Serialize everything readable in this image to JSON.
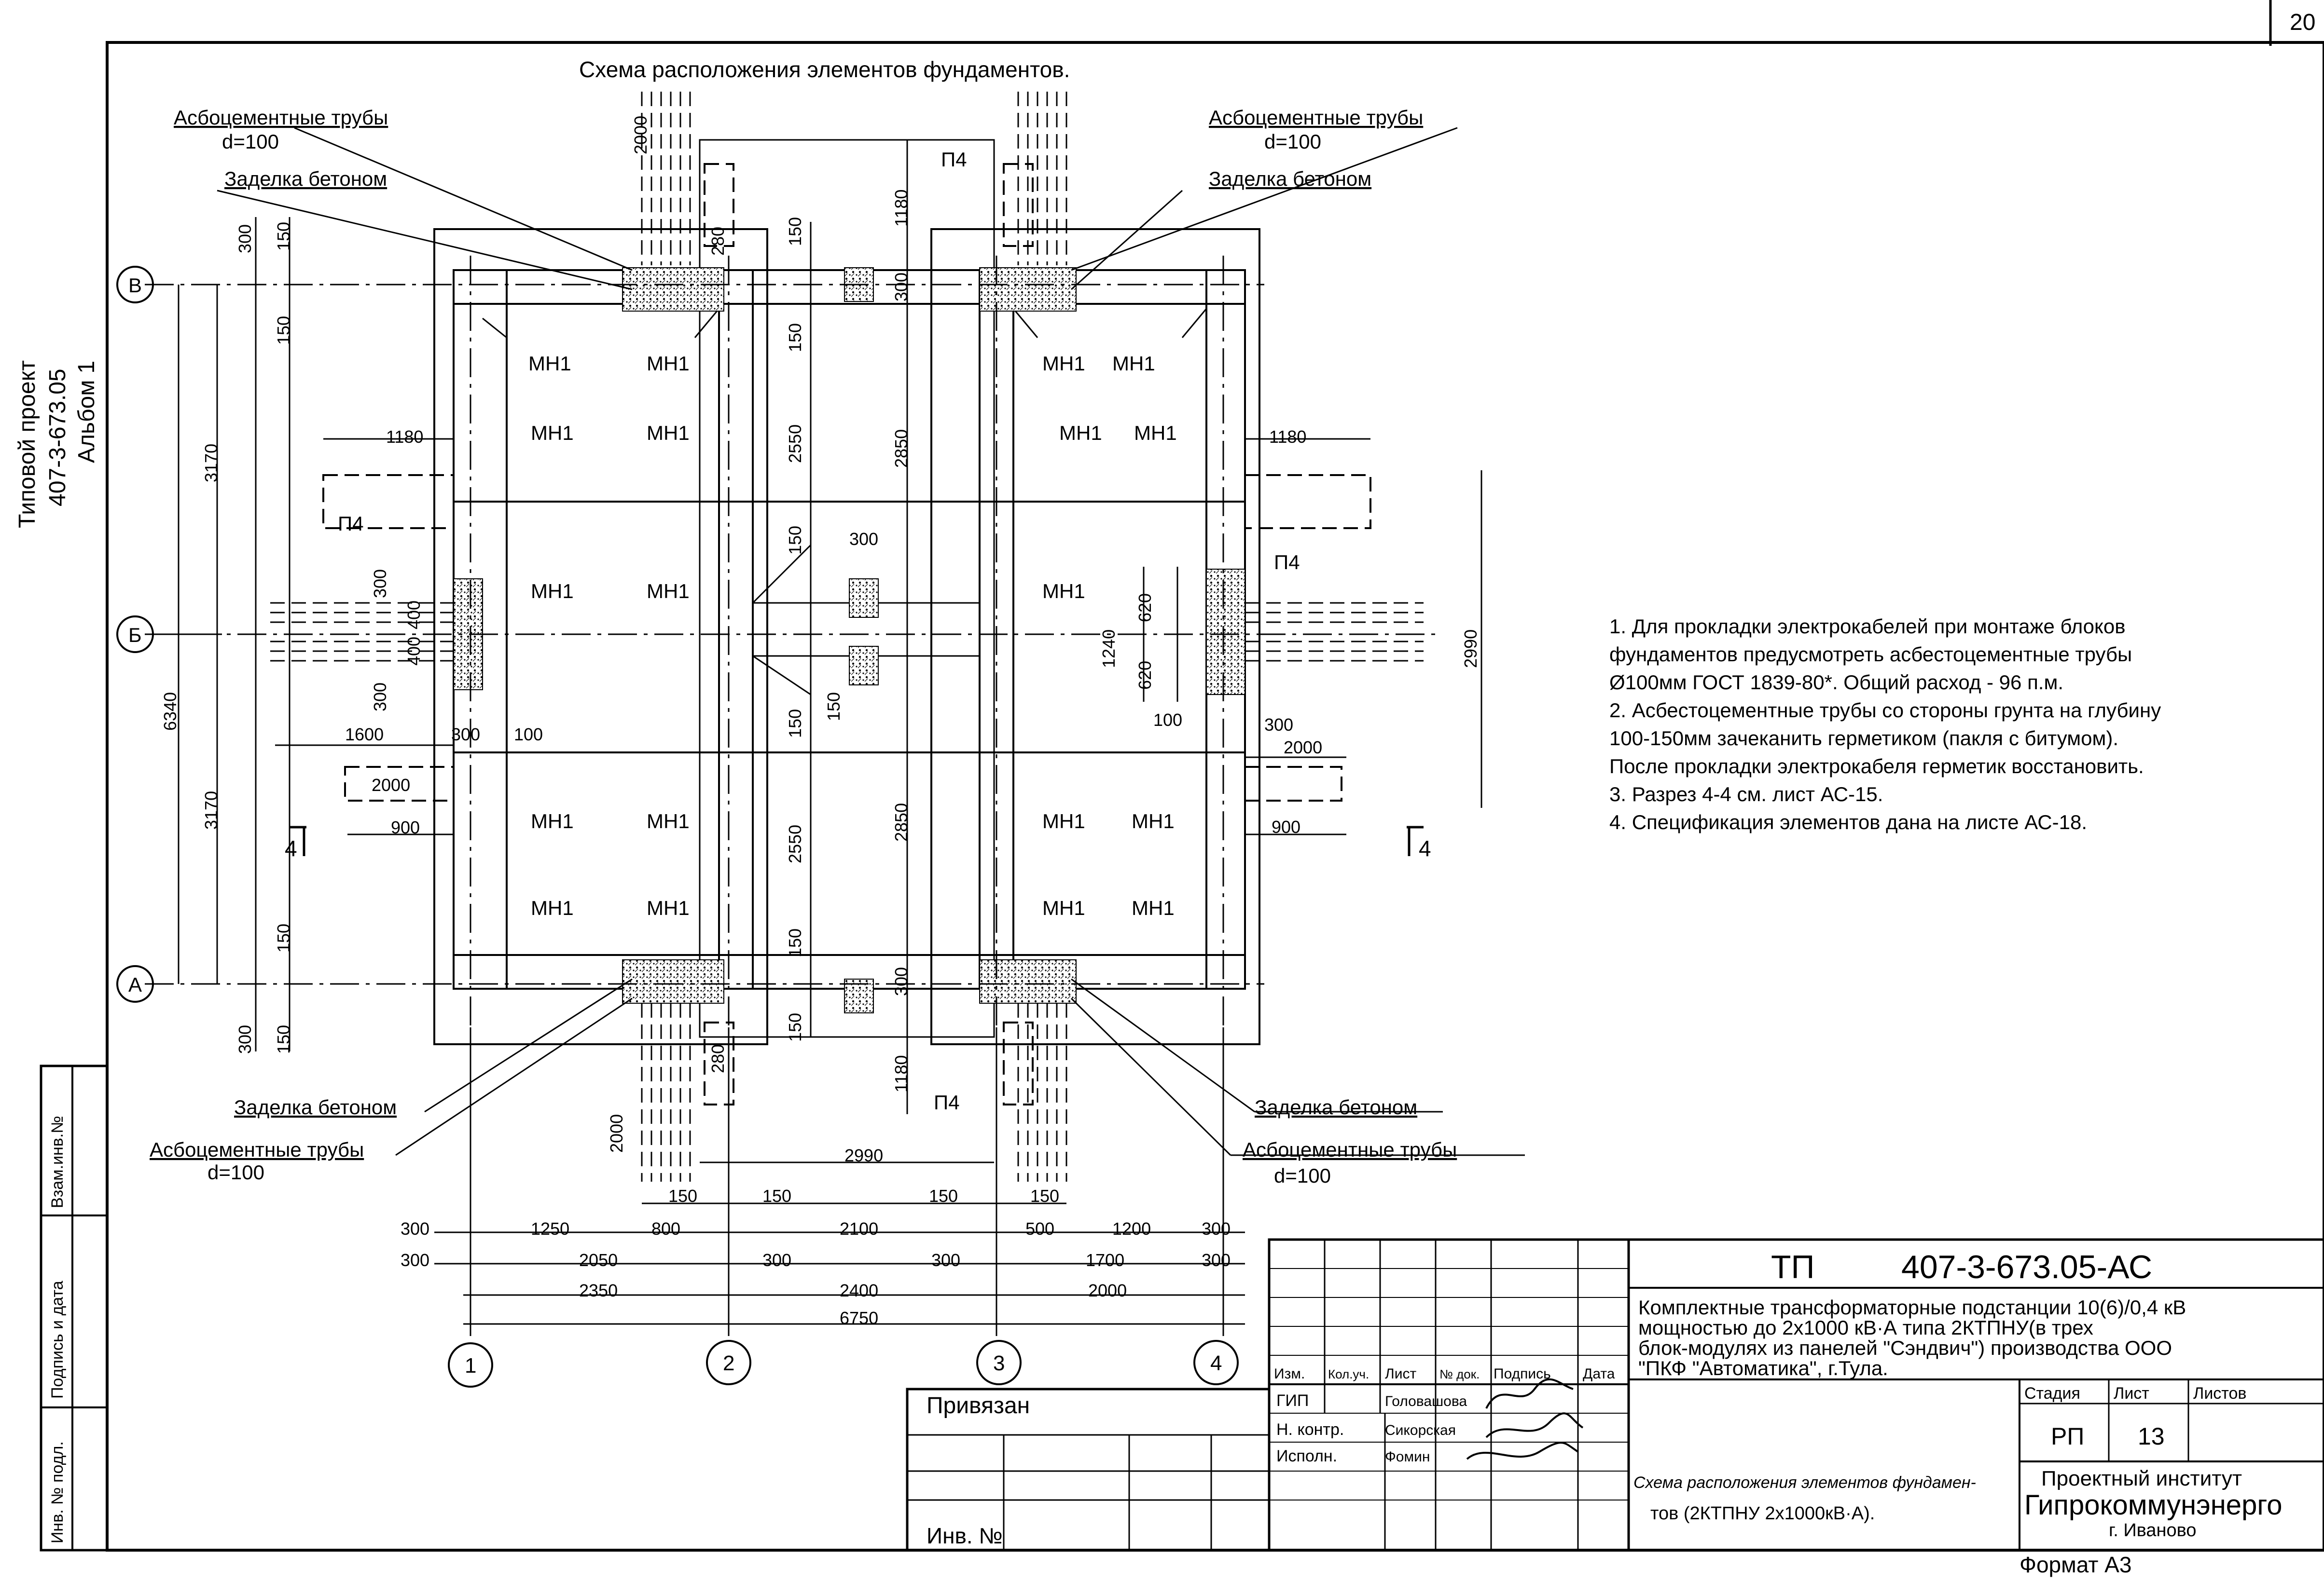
{
  "page_number": "20",
  "drawing_title": "Схема расположения элементов фундаментов.",
  "side_label": {
    "line1": "Типовой проект",
    "line2": "407-3-673.05",
    "line3": "Альбом 1"
  },
  "left_stamp": {
    "vzam_inv": "Взам.инв.№",
    "podpis_data": "Подпись и дата",
    "inv_podl": "Инв. № подл."
  },
  "callouts": {
    "asbo_pipes": "Асбоцементные трубы",
    "asbo_d": "d=100",
    "zadelka": "Заделка бетоном"
  },
  "element_labels": {
    "mn1": "МН1",
    "p4": "П4"
  },
  "axes": {
    "rows": [
      "В",
      "Б",
      "А"
    ],
    "cols": [
      "1",
      "2",
      "3",
      "4"
    ]
  },
  "section_mark": "4",
  "dims": {
    "d300": "300",
    "d150": "150",
    "d3170": "3170",
    "d6340": "6340",
    "d1180": "1180",
    "d1600": "1600",
    "d100": "100",
    "d2000": "2000",
    "d900": "900",
    "d280": "280",
    "d2550": "2550",
    "d2850": "2850",
    "d2990": "2990",
    "d620": "620",
    "d1240": "1240",
    "d400": "400",
    "d1250": "1250",
    "d800": "800",
    "d2100": "2100",
    "d500": "500",
    "d1200": "1200",
    "d2050": "2050",
    "d1700": "1700",
    "d2350": "2350",
    "d2400": "2400",
    "d6750": "6750"
  },
  "notes": [
    "1.  Для прокладки электрокабелей при монтаже блоков",
    "фундаментов предусмотреть асбестоцементные трубы",
    "Ø100мм ГОСТ 1839-80*. Общий расход - 96 п.м.",
    "2. Асбестоцементные трубы со стороны грунта на глубину",
    "100-150мм зачеканить герметиком (пакля с битумом).",
    "После прокладки электрокабеля герметик восстановить.",
    "3. Разрез 4-4 см. лист АС-15.",
    "4. Спецификация элементов дана на листе АС-18."
  ],
  "title_block": {
    "code_prefix": "ТП",
    "code": "407-3-673.05-АС",
    "project_line1": "Комплектные трансформаторные подстанции 10(6)/0,4 кВ",
    "project_line2": "мощностью до 2х1000 кВ·А типа 2КТПНУ(в трех",
    "project_line3": "блок-модулях из панелей \"Сэндвич\") производства ООО",
    "project_line4": "\"ПКФ \"Автоматика\", г.Тула.",
    "col_izm": "Изм.",
    "col_koluch": "Кол.уч.",
    "col_list": "Лист",
    "col_ndok": "№ док.",
    "col_podpis": "Подпись",
    "col_data": "Дата",
    "role_gip": "ГИП",
    "role_nkontr": "Н. контр.",
    "role_ispoln": "Исполн.",
    "name_gip": "Головашова",
    "name_nkontr": "Сикорская",
    "name_ispoln": "Фомин",
    "stage_label": "Стадия",
    "list_label": "Лист",
    "listov_label": "Листов",
    "stage": "РП",
    "sheet": "13",
    "sheet_name_line1": "Схема расположения элементов фундамен-",
    "sheet_name_line2": "тов (2КТПНУ 2х1000кВ·А).",
    "org_line1": "Проектный институт",
    "org_line2": "Гипрокоммунэнерго",
    "org_line3": "г. Иваново",
    "privyazan": "Привязан",
    "inv_no": "Инв. №",
    "format": "Формат А3"
  }
}
